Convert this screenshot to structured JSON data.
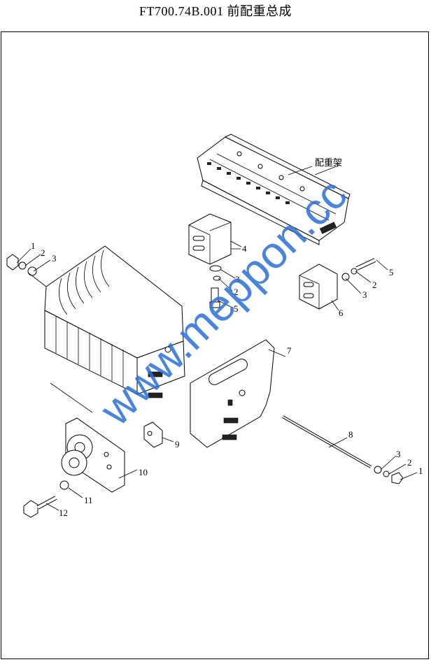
{
  "title": "FT700.74B.001  前配重总成",
  "watermark": "www.meppon.cc",
  "frame_label": "配重架",
  "callouts": {
    "c1a": "1",
    "c2a": "2",
    "c3a": "3",
    "c4": "4",
    "c3b": "3",
    "c2b": "2",
    "c5b": "5",
    "c5a": "5",
    "c2c": "2",
    "c3c": "3",
    "c6": "6",
    "c7": "7",
    "c8": "8",
    "c3d": "3",
    "c2d": "2",
    "c1d": "1",
    "c9": "9",
    "c10": "10",
    "c11": "11",
    "c12": "12"
  }
}
